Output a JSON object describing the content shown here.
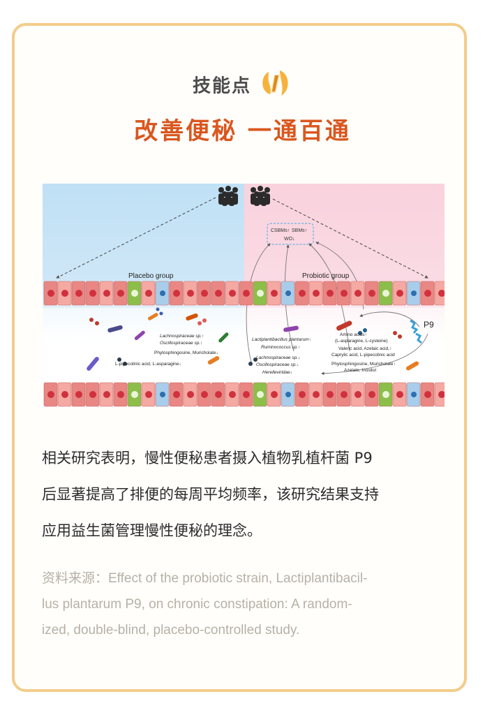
{
  "header": {
    "skill_label": "技能点",
    "title": "改善便秘 一通百通"
  },
  "figure": {
    "placebo_label": "Placebo group",
    "probiotic_label": "Probiotic group",
    "metrics": [
      "CSBMs↑",
      "SBMs↑",
      "WO↓"
    ],
    "strain_label": "P9",
    "placebo_lines": [
      "Lachnospiraceae sp.↑",
      "Oscillospiraceae sp.↑",
      "Phytosphingosine, Muricholate↓",
      "L-pipecolinic acid, L-asparagine↓"
    ],
    "probiotic_left_lines": [
      "Lactiplantibacillus plantarum↑",
      "Ruminococcus sp.↑",
      "Lachnospiraceae sp.↓",
      "Oscillospiraceae sp.↓",
      "Herelleviridae↓"
    ],
    "probiotic_right_lines": [
      "Amino acids↑",
      "(L-asparagine, L-cysteine)",
      "Valeric acid, Azelaic acid,↑",
      "Caprylic acid, L-pipecolinic acid",
      "Phytosphingosine, Muricholate↑",
      "Azelate, Inositol"
    ]
  },
  "body": {
    "lines": [
      "相关研究表明，慢性便秘患者摄入植物乳植杆菌 P9",
      "后显著提高了排便的每周平均频率，该研究结果支持",
      "应用益生菌管理慢性便秘的理念。"
    ]
  },
  "source": {
    "lines": [
      "资料来源：Effect of the probiotic strain, Lactiplantibacil-",
      "lus plantarum P9, on chronic constipation: A random-",
      "ized, double-blind, placebo-controlled study."
    ]
  },
  "colors": {
    "card_border": "#f3cc8a",
    "title_accent": "#d9571f",
    "placebo_bg": "#bfe0f5",
    "probiotic_bg": "#f9d2de",
    "cell": "#e88783",
    "cell_nucleus": "#d0313e"
  }
}
